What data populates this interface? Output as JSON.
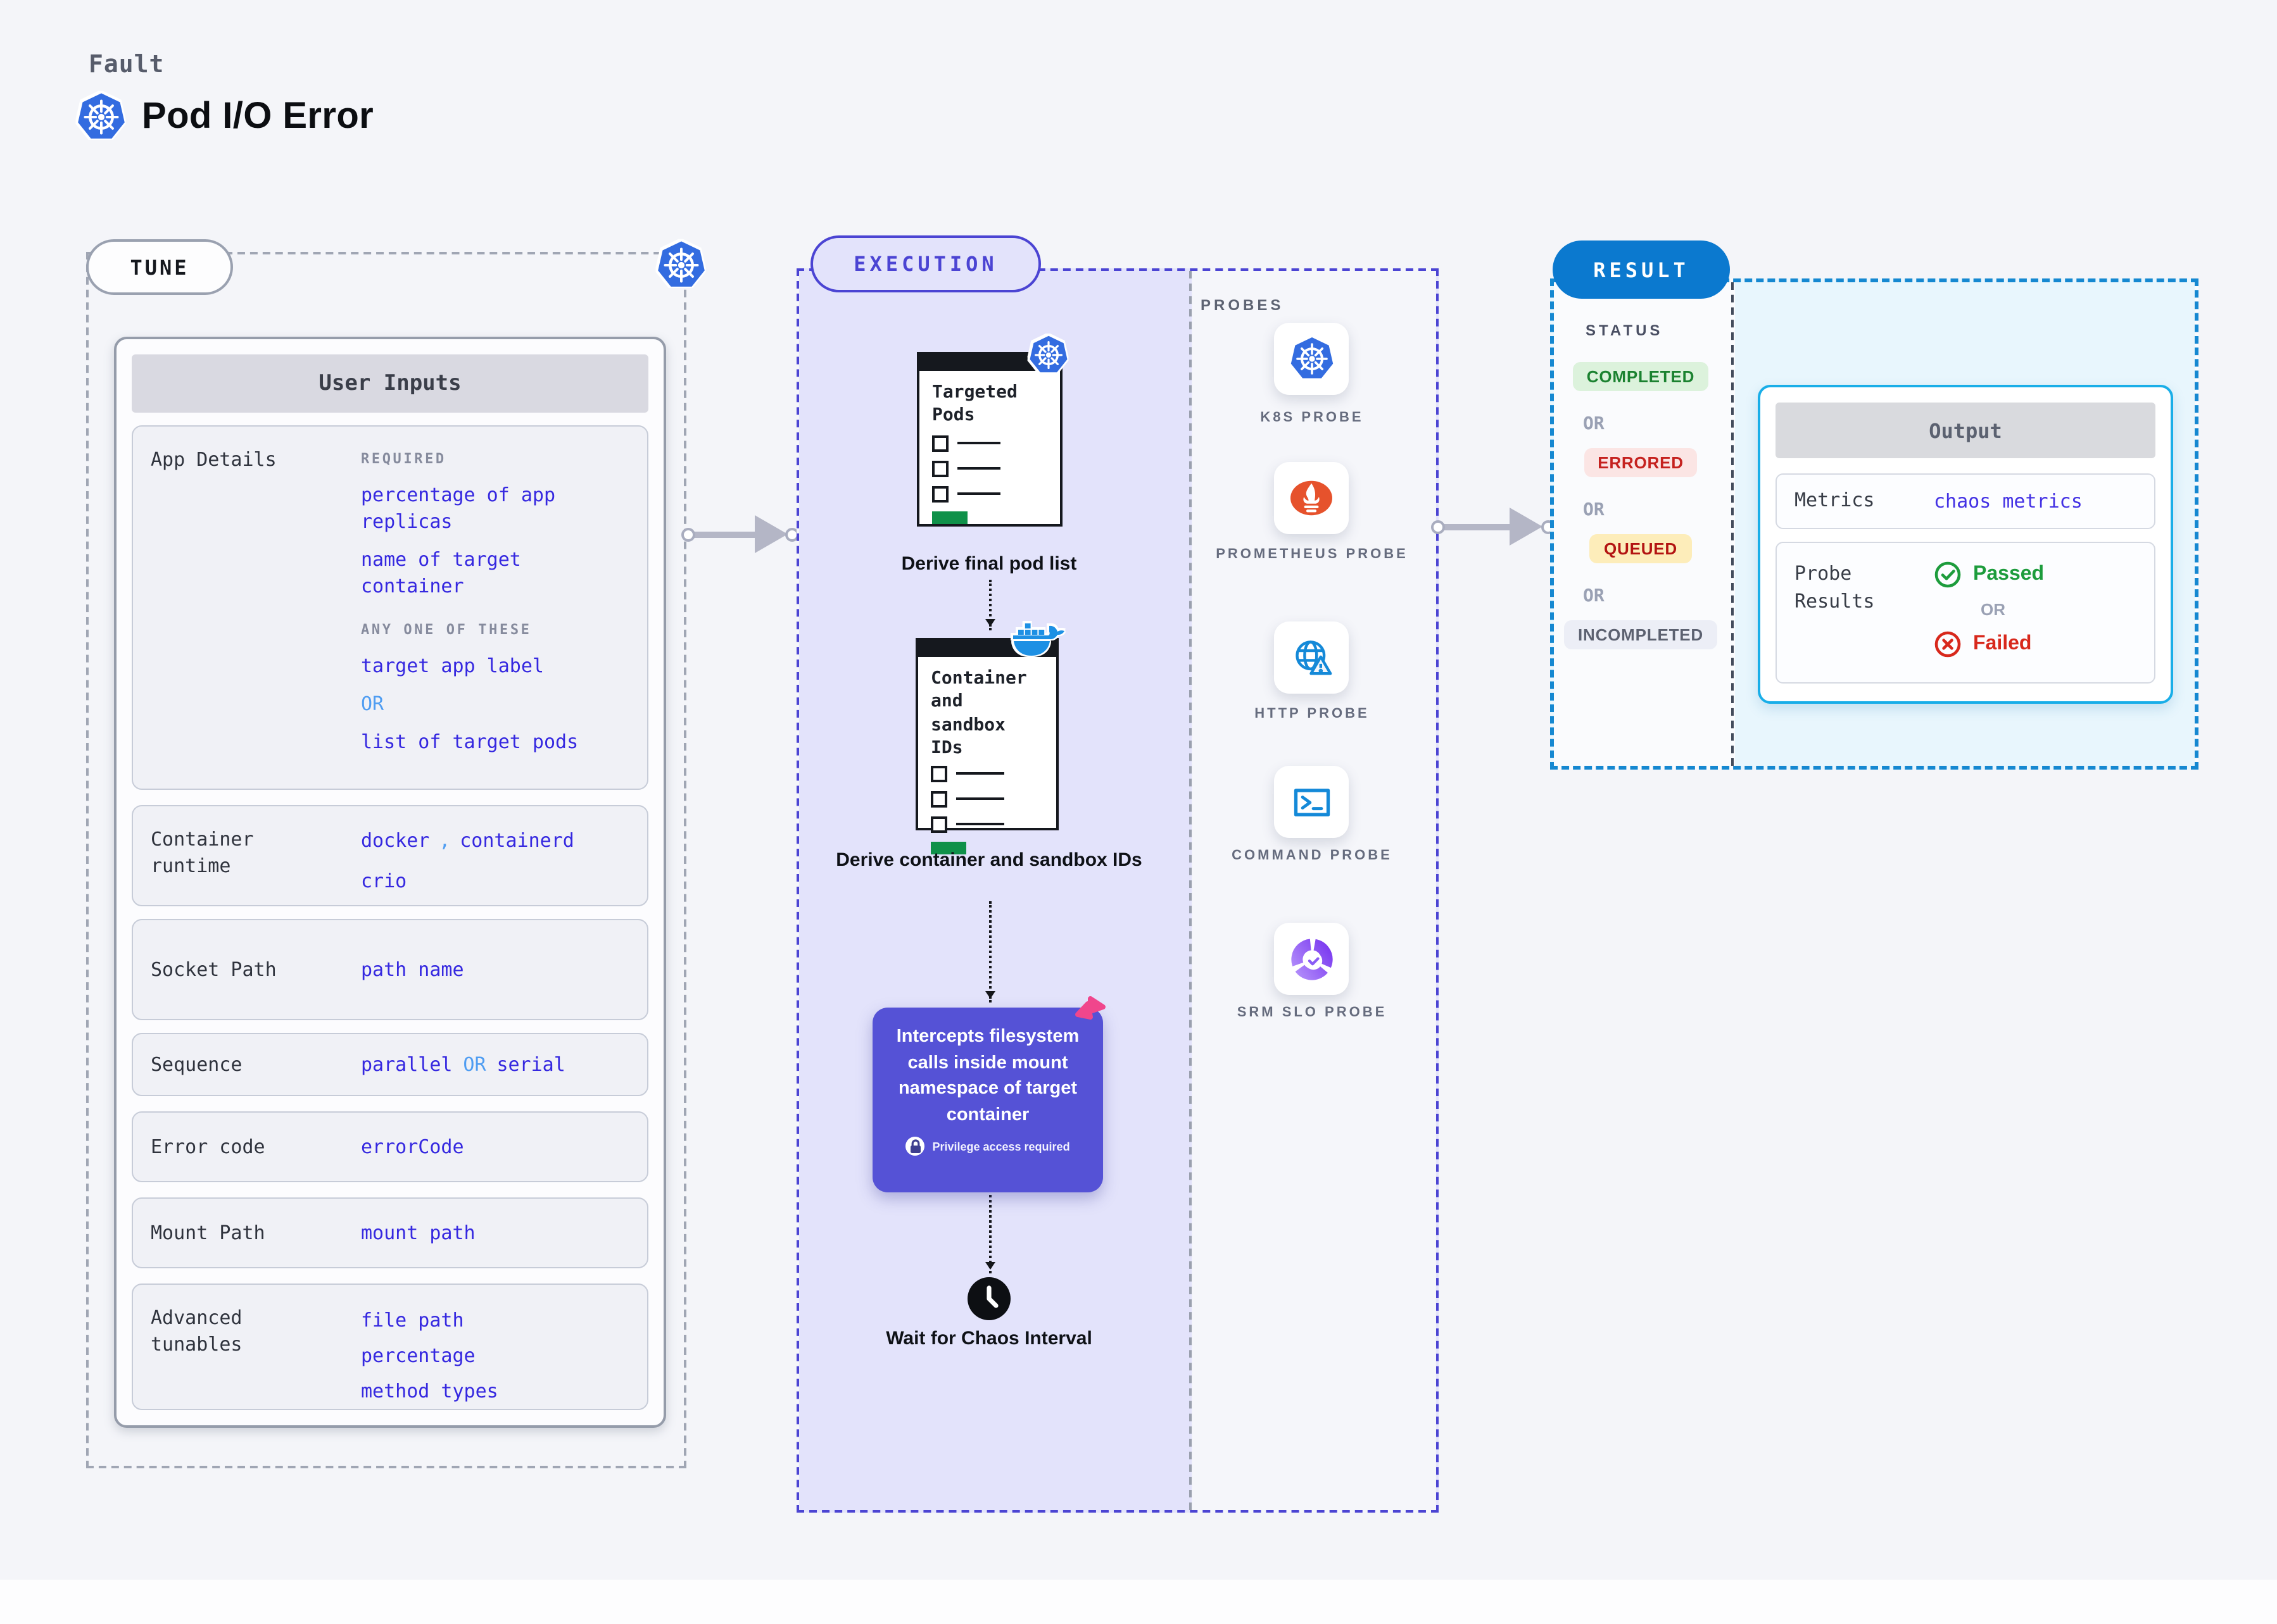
{
  "header": {
    "kicker": "Fault",
    "title": "Pod I/O Error"
  },
  "tune": {
    "pill": "TUNE",
    "user_inputs": {
      "title": "User Inputs",
      "app_details": {
        "label": "App Details",
        "required_label": "REQUIRED",
        "required_1": "percentage of app replicas",
        "required_2": "name of target container",
        "any_one_label": "ANY ONE OF THESE",
        "option_1": "target app label",
        "or": "OR",
        "option_2": "list of target pods"
      },
      "container_runtime": {
        "label": "Container runtime",
        "value_1": "docker",
        "separator": ",",
        "value_2": "containerd",
        "value_3": "crio"
      },
      "socket_path": {
        "label": "Socket Path",
        "value": "path name"
      },
      "sequence": {
        "label": "Sequence",
        "value_1": "parallel",
        "or": "OR",
        "value_2": "serial"
      },
      "error_code": {
        "label": "Error code",
        "value": "errorCode"
      },
      "mount_path": {
        "label": "Mount Path",
        "value": "mount path"
      },
      "advanced_tunables": {
        "label": "Advanced tunables",
        "value_1": "file path",
        "value_2": "percentage",
        "value_3": "method types"
      }
    }
  },
  "execution": {
    "pill": "EXECUTION",
    "step_1": {
      "doc_title": "Targeted Pods",
      "caption": "Derive final pod list"
    },
    "step_2": {
      "doc_title": "Container and sandbox IDs",
      "caption": "Derive container and sandbox IDs"
    },
    "intercept": {
      "text": "Intercepts filesystem calls inside mount namespace of target container",
      "badge": "Privilege access required"
    },
    "wait_step": {
      "caption": "Wait for Chaos Interval"
    }
  },
  "probes": {
    "title": "PROBES",
    "items": [
      {
        "label": "K8S PROBE",
        "icon": "kubernetes-icon"
      },
      {
        "label": "PROMETHEUS PROBE",
        "icon": "prometheus-icon"
      },
      {
        "label": "HTTP PROBE",
        "icon": "globe-alert-icon"
      },
      {
        "label": "COMMAND PROBE",
        "icon": "terminal-icon"
      },
      {
        "label": "SRM SLO PROBE",
        "icon": "slo-donut-icon"
      }
    ]
  },
  "result": {
    "pill": "RESULT",
    "status_title": "STATUS",
    "status_1": "COMPLETED",
    "or_1": "OR",
    "status_2": "ERRORED",
    "or_2": "OR",
    "status_3": "QUEUED",
    "or_3": "OR",
    "status_4": "INCOMPLETED",
    "output": {
      "title": "Output",
      "metrics_label": "Metrics",
      "metrics_value": "chaos metrics",
      "probe_results_label": "Probe Results",
      "passed": "Passed",
      "or": "OR",
      "failed": "Failed"
    }
  },
  "colors": {
    "page_bg": "#f4f5f9",
    "tune_border": "#a0a6b4",
    "execution_accent": "#4b44d3",
    "execution_bg": "#e3e3fb",
    "intercept_bg": "#5552d6",
    "result_accent": "#1588d1",
    "result_pill_bg": "#0b79cf",
    "output_border": "#19aee8",
    "value_indigo": "#3528e0",
    "or_blue": "#4f9df2",
    "completed": "#1b8230",
    "errored": "#c5221f",
    "queued_bg": "#fdedba",
    "passed_green": "#1d9c3c",
    "failed_red": "#d8281c",
    "kubernetes_blue": "#336ce0",
    "prometheus_orange": "#e6522c",
    "docker_blue": "#1d90e4",
    "srm_purple": "#7c3bf0",
    "pink_badge": "#f0468c",
    "green_bar": "#0f9149"
  }
}
